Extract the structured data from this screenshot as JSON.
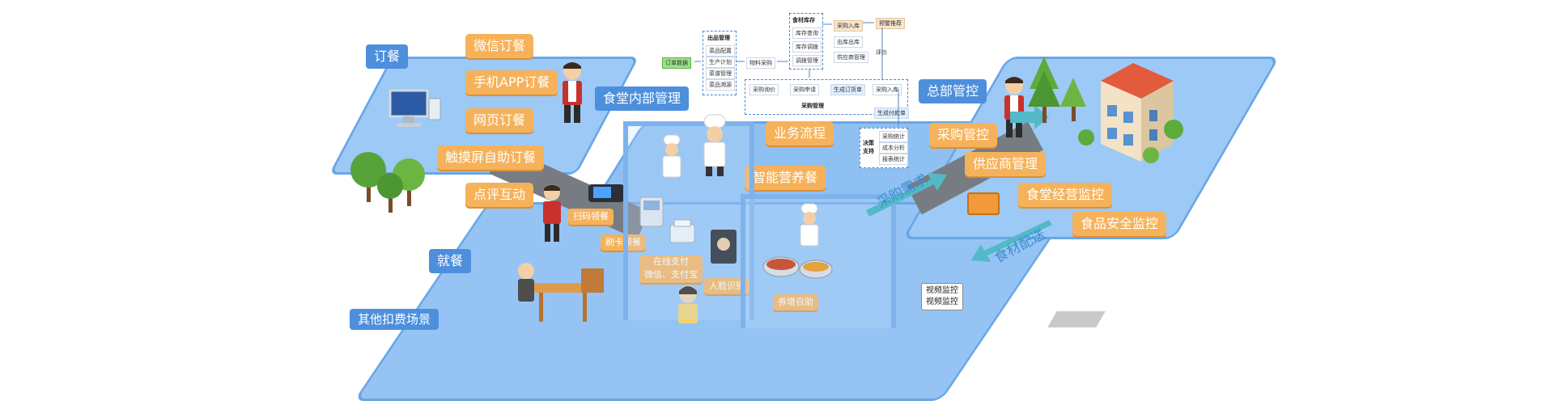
{
  "left_section": {
    "order_label": "订餐",
    "order_channels": [
      "微信订餐",
      "手机APP订餐",
      "网页订餐",
      "触摸屏自助订餐",
      "点评互动"
    ],
    "dining_label": "就餐",
    "dining_tags": [
      "扫码领餐",
      "刷卡领餐",
      "在线支付\n微信、支付宝",
      "人脸识别"
    ],
    "other_label": "其他扣费场景"
  },
  "center_section": {
    "internal_label": "食堂内部管理",
    "process_label": "业务流程",
    "nutrition_label": "智能营养餐",
    "buffet_tag": "券增自助",
    "monitor_tag": "视频监控\n视频监控"
  },
  "flowchart": {
    "start_node": "订单数据",
    "out_mgmt_title": "出品管理",
    "out_mgmt_items": [
      "菜品配置",
      "生产计划",
      "菜谱管理",
      "菜品溯源"
    ],
    "mid_node": "物料采购",
    "storage_title": "食材库存",
    "storage_items": [
      "库存查询",
      "库存调拨",
      "调拨管理"
    ],
    "right_nodes": [
      "采购入库",
      "出库出库",
      "供应商管理"
    ],
    "eval_node": "评价",
    "warn_node": "预警推荐",
    "purchase_title": "采购管理",
    "purchase_items": [
      "采购询价",
      "采购申请",
      "生成订货单",
      "采购入库",
      "生成付款单"
    ],
    "decision_title": "决策\n支持",
    "decision_items": [
      "采购统计",
      "成本分析",
      "报表统计"
    ]
  },
  "right_section": {
    "hq_label": "总部管控",
    "hq_items": [
      "采购管控",
      "供应商管理",
      "食堂经营监控",
      "食品安全监控"
    ],
    "demand_label": "采购需求",
    "delivery_label": "食材配送"
  }
}
